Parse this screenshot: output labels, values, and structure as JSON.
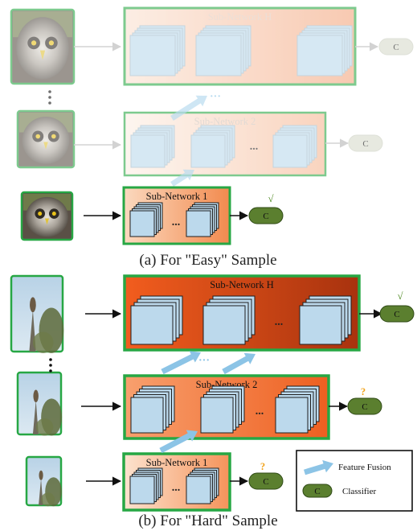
{
  "panels": {
    "easy": {
      "caption": "(a) For \"Easy\" Sample",
      "networks": {
        "h": {
          "title": "Sub-Network H",
          "ellipsis": ""
        },
        "two": {
          "title": "Sub-Network 2",
          "ellipsis": "..."
        },
        "one": {
          "title": "Sub-Network 1",
          "ellipsis": "..."
        }
      },
      "classifier_label": "C",
      "result_mark": "√",
      "fusion_ellipsis": "···"
    },
    "hard": {
      "caption": "(b) For \"Hard\" Sample",
      "networks": {
        "h": {
          "title": "Sub-Network H",
          "ellipsis": "..."
        },
        "two": {
          "title": "Sub-Network 2",
          "ellipsis": "..."
        },
        "one": {
          "title": "Sub-Network 1",
          "ellipsis": "..."
        }
      },
      "classifier_label": "C",
      "marks": {
        "h": "√",
        "two": "?",
        "one": "?"
      },
      "fusion_ellipsis": "···"
    }
  },
  "legend": {
    "feature_fusion": "Feature Fusion",
    "classifier_symbol": "C",
    "classifier": "Classifier"
  },
  "colors": {
    "frame_green": "#27a744",
    "classifier_green": "#5b7f2f",
    "check_green": "#4e8a22",
    "question_orange": "#f2a31b",
    "feature_map_blue": "#bcd9ec",
    "fusion_arrow_blue": "#8cc4e6",
    "net_dark_red": "#b83a12",
    "net_orange": "#f25d1e"
  }
}
